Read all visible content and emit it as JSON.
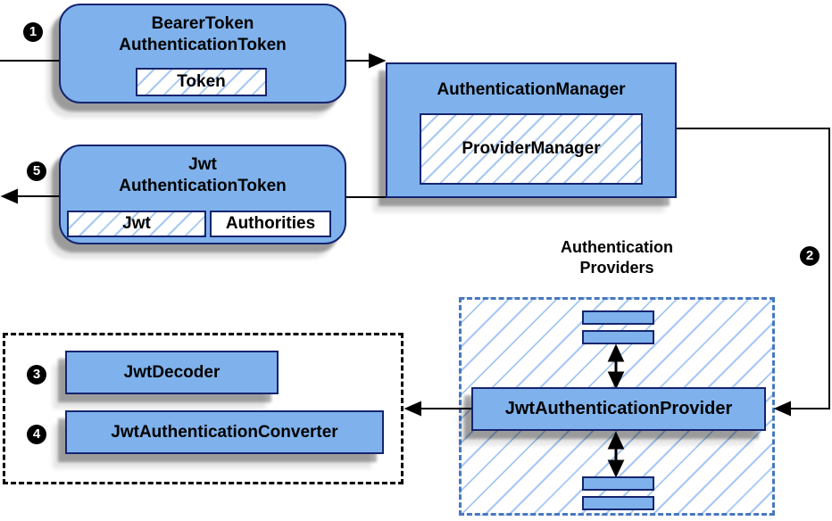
{
  "nodes": {
    "bearer_token": {
      "line1": "BearerToken",
      "line2": "AuthenticationToken",
      "token": "Token"
    },
    "auth_manager": {
      "title": "AuthenticationManager",
      "provider_manager": "ProviderManager"
    },
    "jwt_auth_token": {
      "line1": "Jwt",
      "line2": "AuthenticationToken",
      "jwt": "Jwt",
      "authorities": "Authorities"
    },
    "providers_group": {
      "label_line1": "Authentication",
      "label_line2": "Providers"
    },
    "jwt_provider": {
      "title": "JwtAuthenticationProvider"
    },
    "jwt_decoder": {
      "title": "JwtDecoder"
    },
    "jwt_converter": {
      "title": "JwtAuthenticationConverter"
    }
  },
  "steps": {
    "s1": "1",
    "s2": "2",
    "s3": "3",
    "s4": "4",
    "s5": "5"
  },
  "colors": {
    "node_fill": "#7fb2ec",
    "node_border": "#15246f",
    "hatch_line": "#a6c8f2",
    "dashed_border_blue": "#4878bf",
    "dashed_border_black": "#000000",
    "arrow": "#000000",
    "step_badge_bg": "#000000",
    "step_badge_text": "#ffffff"
  }
}
